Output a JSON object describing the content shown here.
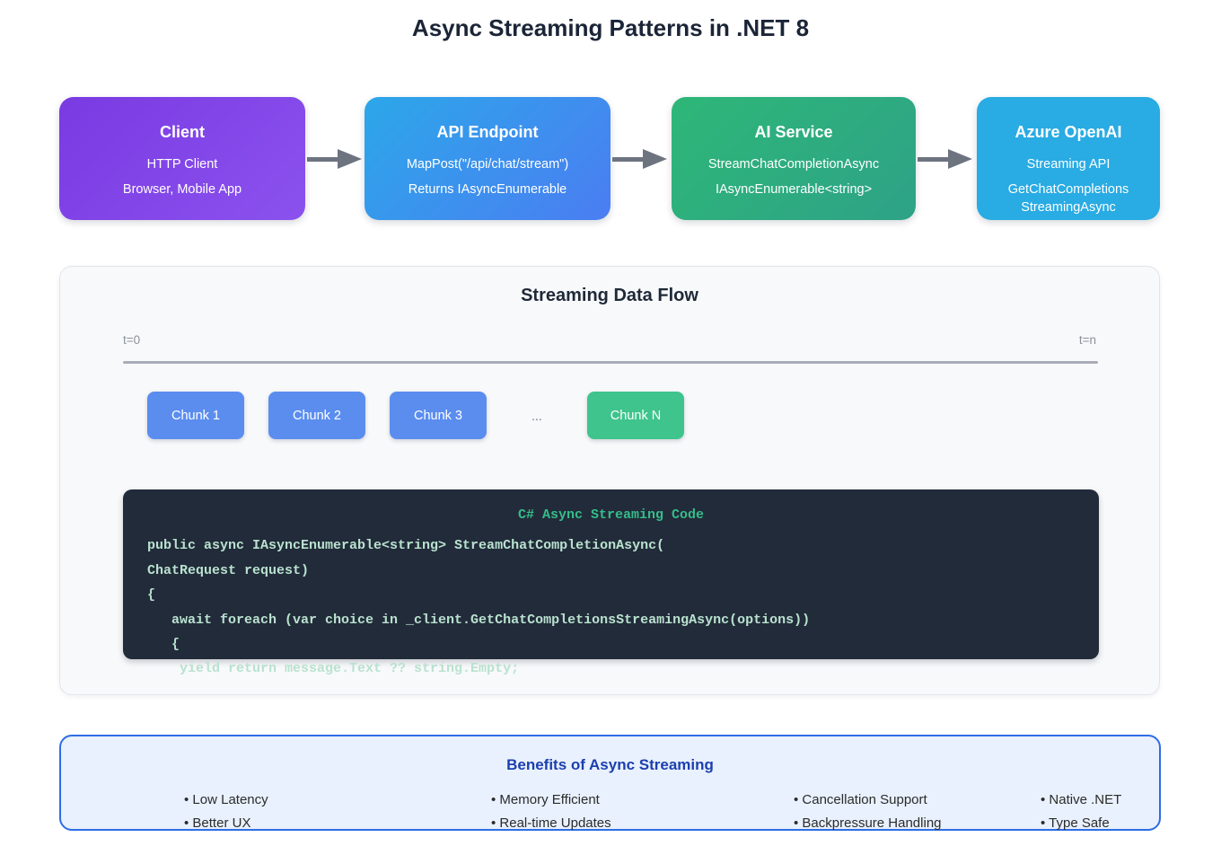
{
  "page": {
    "title": "Async Streaming Patterns in .NET 8"
  },
  "pipeline": {
    "arrow_color": "#6d7480",
    "boxes": [
      {
        "title": "Client",
        "lines": [
          "HTTP Client",
          "Browser, Mobile App"
        ],
        "color_from": "#7a3ae2",
        "color_to": "#8b52ee"
      },
      {
        "title": "API Endpoint",
        "lines": [
          "MapPost(\"/api/chat/stream\")",
          "Returns IAsyncEnumerable"
        ],
        "color_from": "#2ca7e9",
        "color_to": "#4b7df2"
      },
      {
        "title": "AI Service",
        "lines": [
          "StreamChatCompletionAsync",
          "IAsyncEnumerable<string>"
        ],
        "color_from": "#2eb778",
        "color_to": "#2ea287"
      },
      {
        "title": "Azure OpenAI",
        "lines": [
          "Streaming API",
          "GetChatCompletions\nStreamingAsync"
        ],
        "color": "#29abe3"
      }
    ]
  },
  "flow": {
    "title": "Streaming Data Flow",
    "timeline": {
      "start_label": "t=0",
      "end_label": "t=n",
      "line_color": "#a8adb7"
    },
    "chunks": [
      {
        "label": "Chunk 1",
        "color": "#5b8def"
      },
      {
        "label": "Chunk 2",
        "color": "#5b8def"
      },
      {
        "label": "Chunk 3",
        "color": "#5b8def"
      },
      {
        "label": "...",
        "color": "#6b7280"
      },
      {
        "label": "Chunk N",
        "color": "#3ec48c"
      }
    ],
    "code": {
      "title": "C# Async Streaming Code",
      "title_color": "#35bd8a",
      "text_color": "#b9e2cf",
      "background": "#222b3a",
      "lines": [
        "public async IAsyncEnumerable<string> StreamChatCompletionAsync(",
        "ChatRequest request)",
        "{",
        "   await foreach (var choice in _client.GetChatCompletionsStreamingAsync(options))",
        "   {",
        "    yield return message.Text ?? string.Empty;"
      ]
    }
  },
  "benefits": {
    "title": "Benefits of Async Streaming",
    "background": "#e9f1fe",
    "border_color": "#2e6de5",
    "title_color": "#1c3faf",
    "columns": [
      [
        "• Low Latency",
        "• Better UX"
      ],
      [
        "• Memory Efficient",
        "• Real-time Updates"
      ],
      [
        "• Cancellation Support",
        "• Backpressure Handling"
      ],
      [
        "• Native .NET",
        "• Type Safe"
      ]
    ]
  }
}
